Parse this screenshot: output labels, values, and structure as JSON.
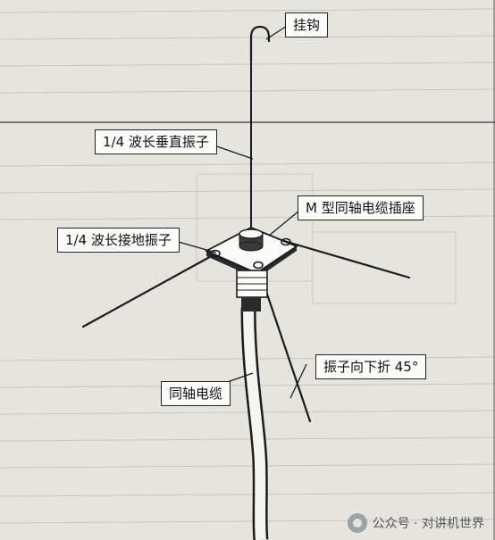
{
  "labels": {
    "hook": "挂钩",
    "vertical_element": "1/4 波长垂直振子",
    "connector": "M 型同轴电缆插座",
    "ground_element": "1/4 波长接地振子",
    "coax": "同轴电缆",
    "fold": "振子向下折 45°"
  },
  "watermark": {
    "text": "公众号 · 对讲机世界",
    "icon": "wechat-icon"
  },
  "colors": {
    "ink": "#1c1c1c",
    "paper": "#e6e4df",
    "label_bg": "#fbfbf9"
  }
}
